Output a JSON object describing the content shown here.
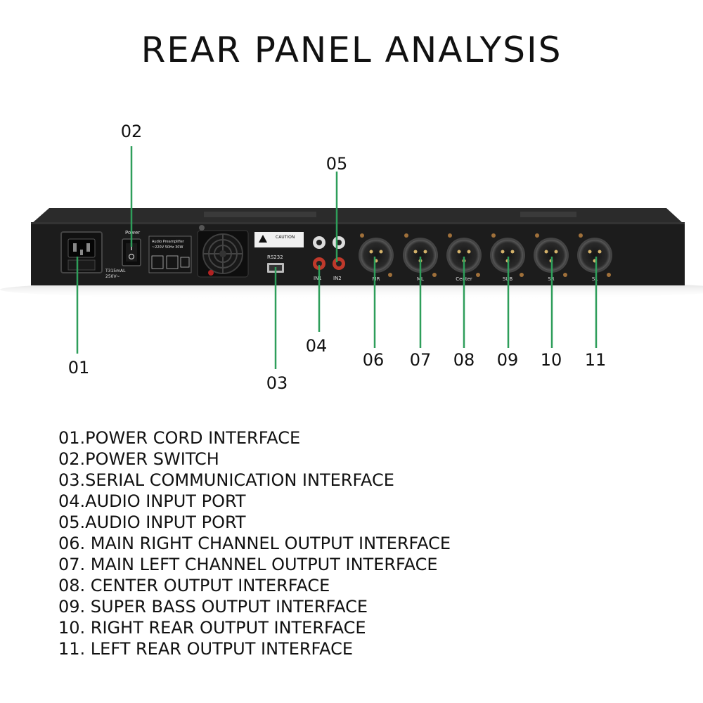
{
  "title": "REAR PANEL ANALYSIS",
  "callouts": [
    "01",
    "02",
    "03",
    "04",
    "05",
    "06",
    "07",
    "08",
    "09",
    "10",
    "11"
  ],
  "panel": {
    "power_label": "Power",
    "fuse_label_1": "T315mAL",
    "fuse_label_2": "250V~",
    "spec_title": "Audio Preamplifier",
    "spec_line": "~220V  50Hz  30W",
    "caution": "CAUTION",
    "rs232_label": "RS232",
    "in1_label": "IN1",
    "in2_label": "IN2",
    "xlr_labels": [
      "MR",
      "ML",
      "Center",
      "SUB",
      "SR",
      "SL"
    ]
  },
  "descriptions": [
    "01.POWER CORD INTERFACE",
    "02.POWER SWITCH",
    "03.SERIAL COMMUNICATION INTERFACE",
    "04.AUDIO INPUT PORT",
    "05.AUDIO INPUT PORT",
    "06. MAIN RIGHT CHANNEL OUTPUT INTERFACE",
    "07. MAIN LEFT CHANNEL OUTPUT INTERFACE",
    "08. CENTER OUTPUT INTERFACE",
    "09. SUPER BASS OUTPUT INTERFACE",
    "10. RIGHT REAR OUTPUT INTERFACE",
    "11. LEFT REAR OUTPUT INTERFACE"
  ],
  "colors": {
    "leader_line": "#2e9e5a",
    "panel_body": "#1e1e1e",
    "background": "#ffffff"
  }
}
